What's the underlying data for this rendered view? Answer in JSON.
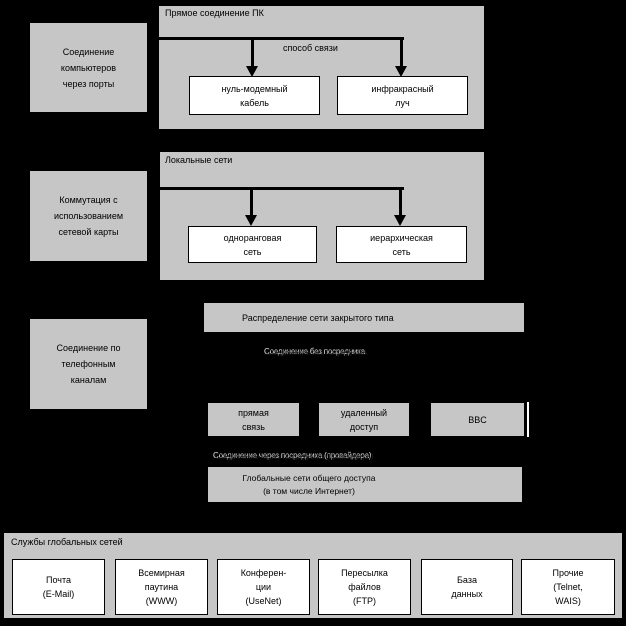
{
  "colors": {
    "background": "#000000",
    "panel_gray": "#c6c6c6",
    "box_white": "#ffffff",
    "line_black": "#000000"
  },
  "left_column": {
    "ports": "Соединение\nкомпьютеров\nчерез порты",
    "network_card": "Коммутация с\nиспользованием\nсетевой карты",
    "phone": "Соединение по\nтелефонным\nканалам"
  },
  "direct_panel": {
    "title": "Прямое соединение ПК",
    "branch_label": "способ связи",
    "left_box": "нуль-модемный\nкабель",
    "right_box": "инфракрасный\nлуч"
  },
  "lan_panel": {
    "title": "Локальные сети",
    "left_box": "одноранговая\nсеть",
    "right_box": "иерархическая\nсеть"
  },
  "phone_flow": {
    "closed_network_bar": "Распределение сети закрытого типа",
    "no_mediator_label": "Соединение без посредника",
    "options": [
      "прямая\nсвязь",
      "удаленный\nдоступ",
      "BBC"
    ],
    "mediator_label": "Соединение через посредника (провайдера)",
    "global_bar": "Глобальные сети общего доступа\n(в том числе Интернет)"
  },
  "services_panel": {
    "title": "Службы глобальных сетей",
    "items": [
      "Почта\n(E-Mail)",
      "Всемирная\nпаутина\n(WWW)",
      "Конферен-\nции\n(UseNet)",
      "Пересылка\nфайлов\n(FTP)",
      "База\nданных",
      "Прочие\n(Telnet,\nWAIS)"
    ]
  }
}
